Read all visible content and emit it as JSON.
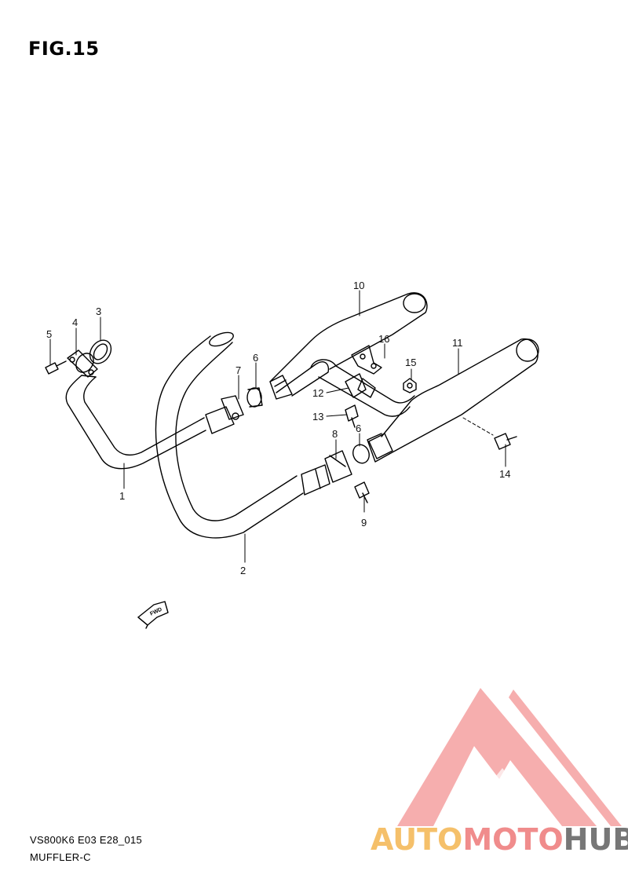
{
  "figure": {
    "title": "FIG.15"
  },
  "callouts": [
    {
      "id": "c1",
      "label": "1"
    },
    {
      "id": "c2",
      "label": "2"
    },
    {
      "id": "c3",
      "label": "3"
    },
    {
      "id": "c4",
      "label": "4"
    },
    {
      "id": "c5",
      "label": "5"
    },
    {
      "id": "c6a",
      "label": "6"
    },
    {
      "id": "c6b",
      "label": "6"
    },
    {
      "id": "c7",
      "label": "7"
    },
    {
      "id": "c8",
      "label": "8"
    },
    {
      "id": "c9",
      "label": "9"
    },
    {
      "id": "c10",
      "label": "10"
    },
    {
      "id": "c11",
      "label": "11"
    },
    {
      "id": "c12",
      "label": "12"
    },
    {
      "id": "c13",
      "label": "13"
    },
    {
      "id": "c14",
      "label": "14"
    },
    {
      "id": "c15",
      "label": "15"
    },
    {
      "id": "c16",
      "label": "16"
    }
  ],
  "fwd_badge": {
    "text": "FWD"
  },
  "footer": {
    "code": "VS800K6 E03 E28_015",
    "name": "MUFFLER-C"
  },
  "watermark": {
    "part1": "AUTO",
    "part2": "MOTO",
    "part3": "HUB",
    "colors": {
      "auto": "#f5c06a",
      "moto": "#f08c8c",
      "hub": "#777777",
      "triangle": "#f4a0a0"
    }
  }
}
